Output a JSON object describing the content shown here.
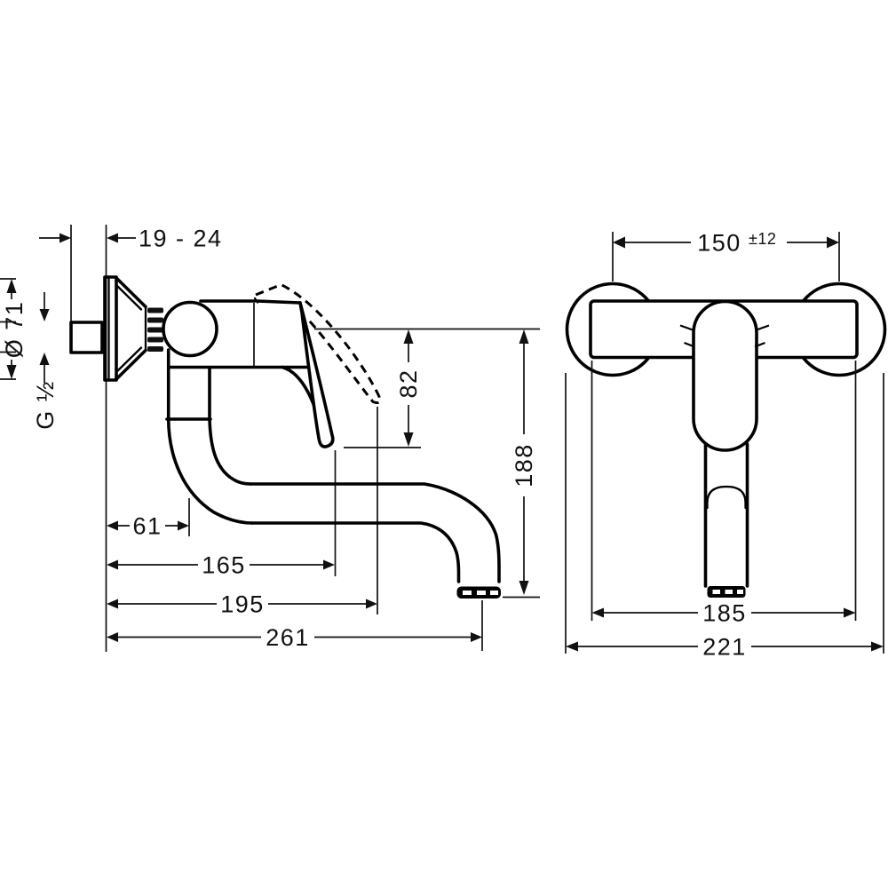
{
  "drawing": {
    "type": "technical-dimension-drawing",
    "subject": "wall-mounted single-lever kitchen mixer faucet",
    "colors": {
      "ink": "#000000",
      "background": "#ffffff"
    },
    "side_view": {
      "label": "side profile view",
      "dimensions": {
        "wall_offset": "19 - 24",
        "flange_diameter": "Ø 71",
        "inlet_thread": "G ½",
        "spout_axis_offset": "61",
        "lever_projection": "165",
        "lever_projection_raised": "195",
        "spout_projection": "261",
        "lever_below_axis": "82",
        "outlet_below_axis": "188"
      }
    },
    "front_view": {
      "label": "front elevation view",
      "dimensions": {
        "connection_centers": "150",
        "connection_tolerance": "±12",
        "body_width": "185",
        "overall_width": "221"
      }
    }
  }
}
